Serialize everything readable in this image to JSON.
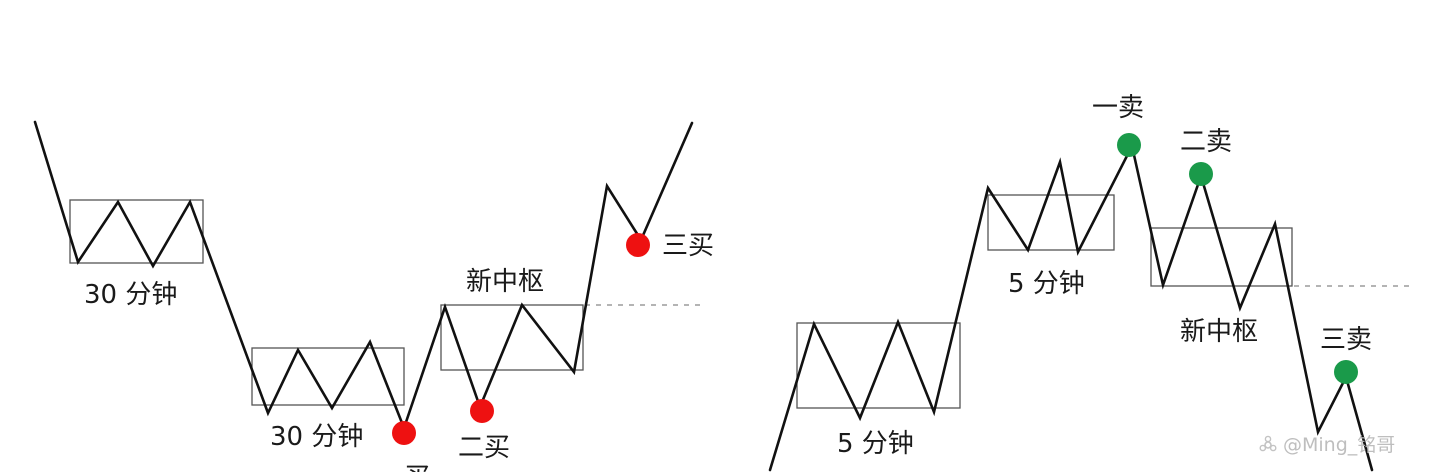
{
  "left_panel": {
    "zone1_label": "30 分钟",
    "zone2_label": "30 分钟",
    "new_center_label": "新中枢",
    "buy1_label": "一买",
    "buy2_label": "二买",
    "buy3_label": "三买"
  },
  "right_panel": {
    "zone1_label": "5 分钟",
    "zone2_label": "5 分钟",
    "new_center_label": "新中枢",
    "sell1_label": "一卖",
    "sell2_label": "二卖",
    "sell3_label": "三卖"
  },
  "watermark": "@Ming_铭哥",
  "colors": {
    "buy_point": "#ee1111",
    "sell_point": "#1a9a4a",
    "line": "#111111"
  }
}
